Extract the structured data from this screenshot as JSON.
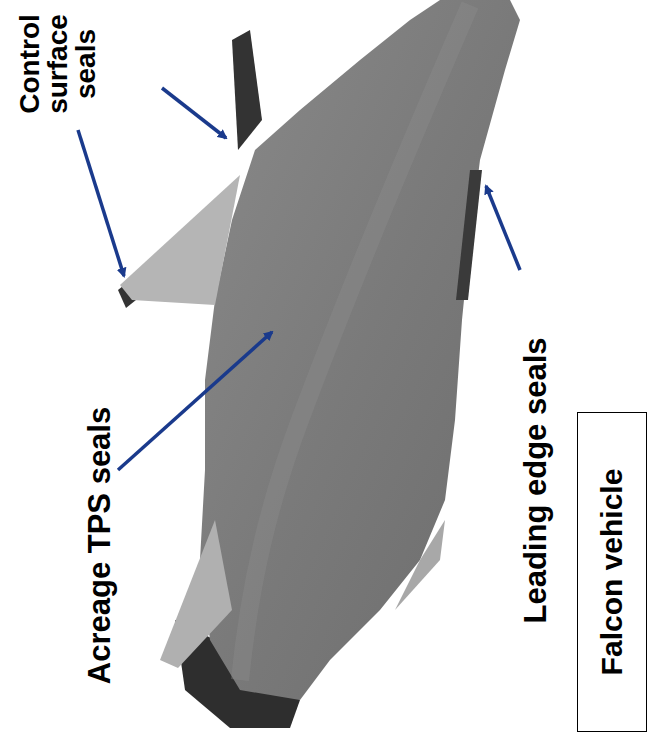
{
  "diagram": {
    "nodes": [
      {
        "text": [
          "Falcon vehicle"
        ]
      }
    ],
    "labels": [
      "Control surface seals",
      "Acreage TPS seals",
      "Leading edge seals"
    ]
  }
}
